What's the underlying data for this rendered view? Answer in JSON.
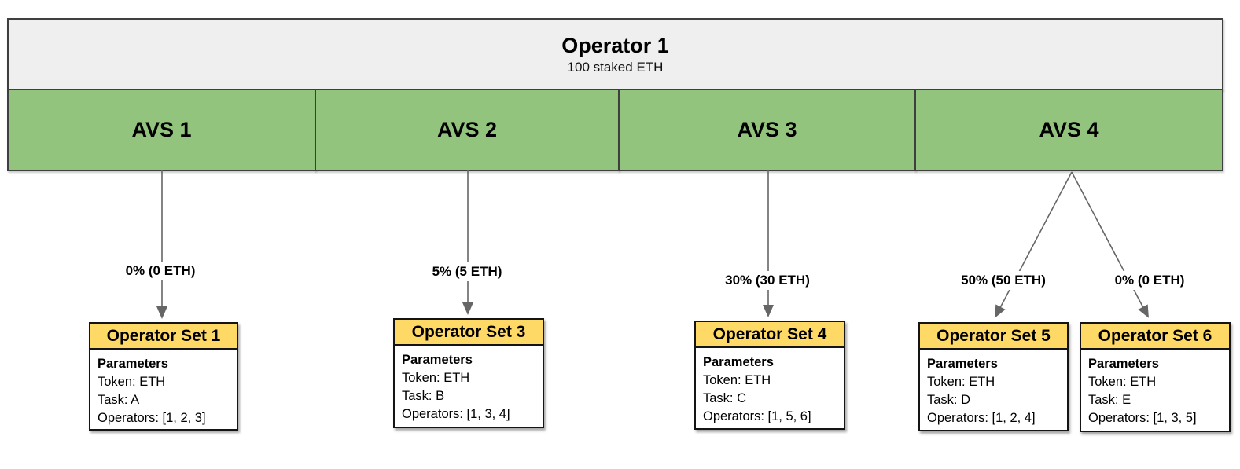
{
  "operator": {
    "title": "Operator 1",
    "subtitle": "100 staked ETH"
  },
  "avs_list": [
    {
      "label": "AVS 1"
    },
    {
      "label": "AVS 2"
    },
    {
      "label": "AVS 3"
    },
    {
      "label": "AVS 4"
    }
  ],
  "allocations": [
    {
      "from": "AVS 1",
      "to": "Operator Set 1",
      "label": "0% (0 ETH)"
    },
    {
      "from": "AVS 2",
      "to": "Operator Set 3",
      "label": "5% (5 ETH)"
    },
    {
      "from": "AVS 3",
      "to": "Operator Set 4",
      "label": "30% (30 ETH)"
    },
    {
      "from": "AVS 4",
      "to": "Operator Set 5",
      "label": "50% (50 ETH)"
    },
    {
      "from": "AVS 4",
      "to": "Operator Set 6",
      "label": "0% (0 ETH)"
    }
  ],
  "operator_sets": [
    {
      "title": "Operator Set 1",
      "params_heading": "Parameters",
      "token": "Token: ETH",
      "task": "Task: A",
      "operators": "Operators: [1, 2, 3]"
    },
    {
      "title": "Operator Set 3",
      "params_heading": "Parameters",
      "token": "Token: ETH",
      "task": "Task: B",
      "operators": "Operators: [1, 3, 4]"
    },
    {
      "title": "Operator Set 4",
      "params_heading": "Parameters",
      "token": "Token: ETH",
      "task": "Task: C",
      "operators": "Operators: [1, 5, 6]"
    },
    {
      "title": "Operator Set 5",
      "params_heading": "Parameters",
      "token": "Token: ETH",
      "task": "Task: D",
      "operators": "Operators: [1, 2, 4]"
    },
    {
      "title": "Operator Set 6",
      "params_heading": "Parameters",
      "token": "Token: ETH",
      "task": "Task: E",
      "operators": "Operators: [1, 3, 5]"
    }
  ],
  "colors": {
    "operator_fill": "#efefef",
    "avs_fill": "#93c47d",
    "opset_header_fill": "#ffd966",
    "box_border_dark": "#3f3f3f",
    "box_border_black": "#141414",
    "arrow": "#666666",
    "text": "#000000",
    "background": "#ffffff"
  }
}
